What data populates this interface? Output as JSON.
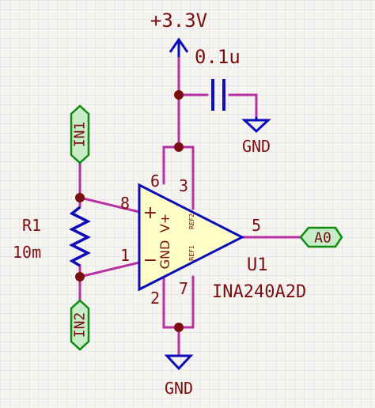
{
  "power": {
    "supply": "+3.3V",
    "gnd_top": "GND",
    "gnd_bottom": "GND"
  },
  "capacitor": {
    "value": "0.1u"
  },
  "resistor": {
    "ref": "R1",
    "value": "10m"
  },
  "amplifier": {
    "ref": "U1",
    "part": "INA240A2D",
    "pins": {
      "in_plus": "8",
      "in_minus": "1",
      "vplus": "6",
      "gnd": "7",
      "ref2": "3",
      "ref1": "2",
      "out": "5"
    },
    "pin_names": {
      "plus": "+",
      "minus": "−",
      "vplus": "V+",
      "gnd": "GND",
      "ref2": "REF2",
      "ref1": "REF1"
    }
  },
  "labels": {
    "in1": "IN1",
    "in2": "IN2",
    "out": "A0"
  },
  "colors": {
    "grid": "#d8d6e6",
    "wire": "#b82fa3",
    "symbol": "#0c0cb8",
    "part_fill": "#fdfdc6",
    "text": "#7a0e10",
    "label_green": "#108a10",
    "label_fill": "#c8ebc8",
    "junction": "#7a0e10",
    "background": "#f5f4ef"
  }
}
